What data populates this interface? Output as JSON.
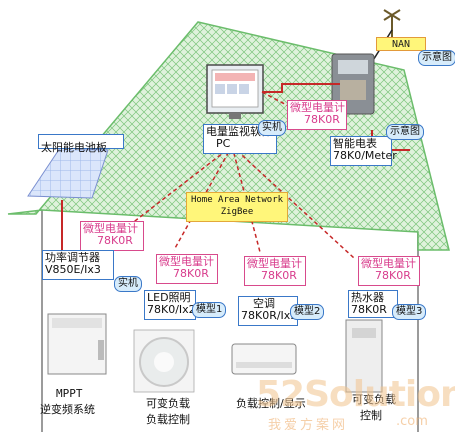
{
  "nan": {
    "label": "NAN"
  },
  "tags": {
    "demo_top": "示意图",
    "demo_meter": "示意图",
    "real_pc": "实机",
    "real_pfc": "实机",
    "model1": "模型1",
    "model2": "模型2",
    "model3": "模型3"
  },
  "solar": {
    "label": "太阳能电池板"
  },
  "pc": {
    "line1": "电量监视软件",
    "line2": "PC"
  },
  "micro_top": {
    "line1": "微型电量计",
    "line2": "78K0R"
  },
  "smart_meter": {
    "line1": "智能电表",
    "line2": "78K0/Meter"
  },
  "han": {
    "line1": "Home Area Network",
    "line2": "ZigBee"
  },
  "micro_left": {
    "line1": "微型电量计",
    "line2": "78K0R"
  },
  "micro_led": {
    "line1": "微型电量计",
    "line2": "78K0R"
  },
  "micro_ac": {
    "line1": "微型电量计",
    "line2": "78K0R"
  },
  "micro_heater": {
    "line1": "微型电量计",
    "line2": "78K0R"
  },
  "pfc": {
    "line1": "功率调节器",
    "line2": "V850E/Ix3"
  },
  "led": {
    "line1": "LED照明",
    "line2": "78K0/Ix2"
  },
  "ac": {
    "line1": "空调",
    "line2": "78K0R/Ix3"
  },
  "heater": {
    "line1": "热水器",
    "line2": "78K0R"
  },
  "captions": {
    "mppt_1": "MPPT",
    "mppt_2": "逆变频系统",
    "load_1": "可变负载",
    "load_2": "负载控制",
    "ac_1": "负载控制/显示",
    "heater_1": "可变负载",
    "heater_2": "控制"
  },
  "watermark": {
    "brand": "52Solution",
    "slogan": "我爱方案网",
    "domain": ".com"
  },
  "colors": {
    "roof": "#d8f0d6",
    "roof_grid": "#6bbd6b",
    "wall": "#9b9b9b",
    "link": "#c62828",
    "micro_text": "#d83c8c",
    "tag_fill": "#d7ecfb",
    "han_fill": "#fff67a"
  }
}
